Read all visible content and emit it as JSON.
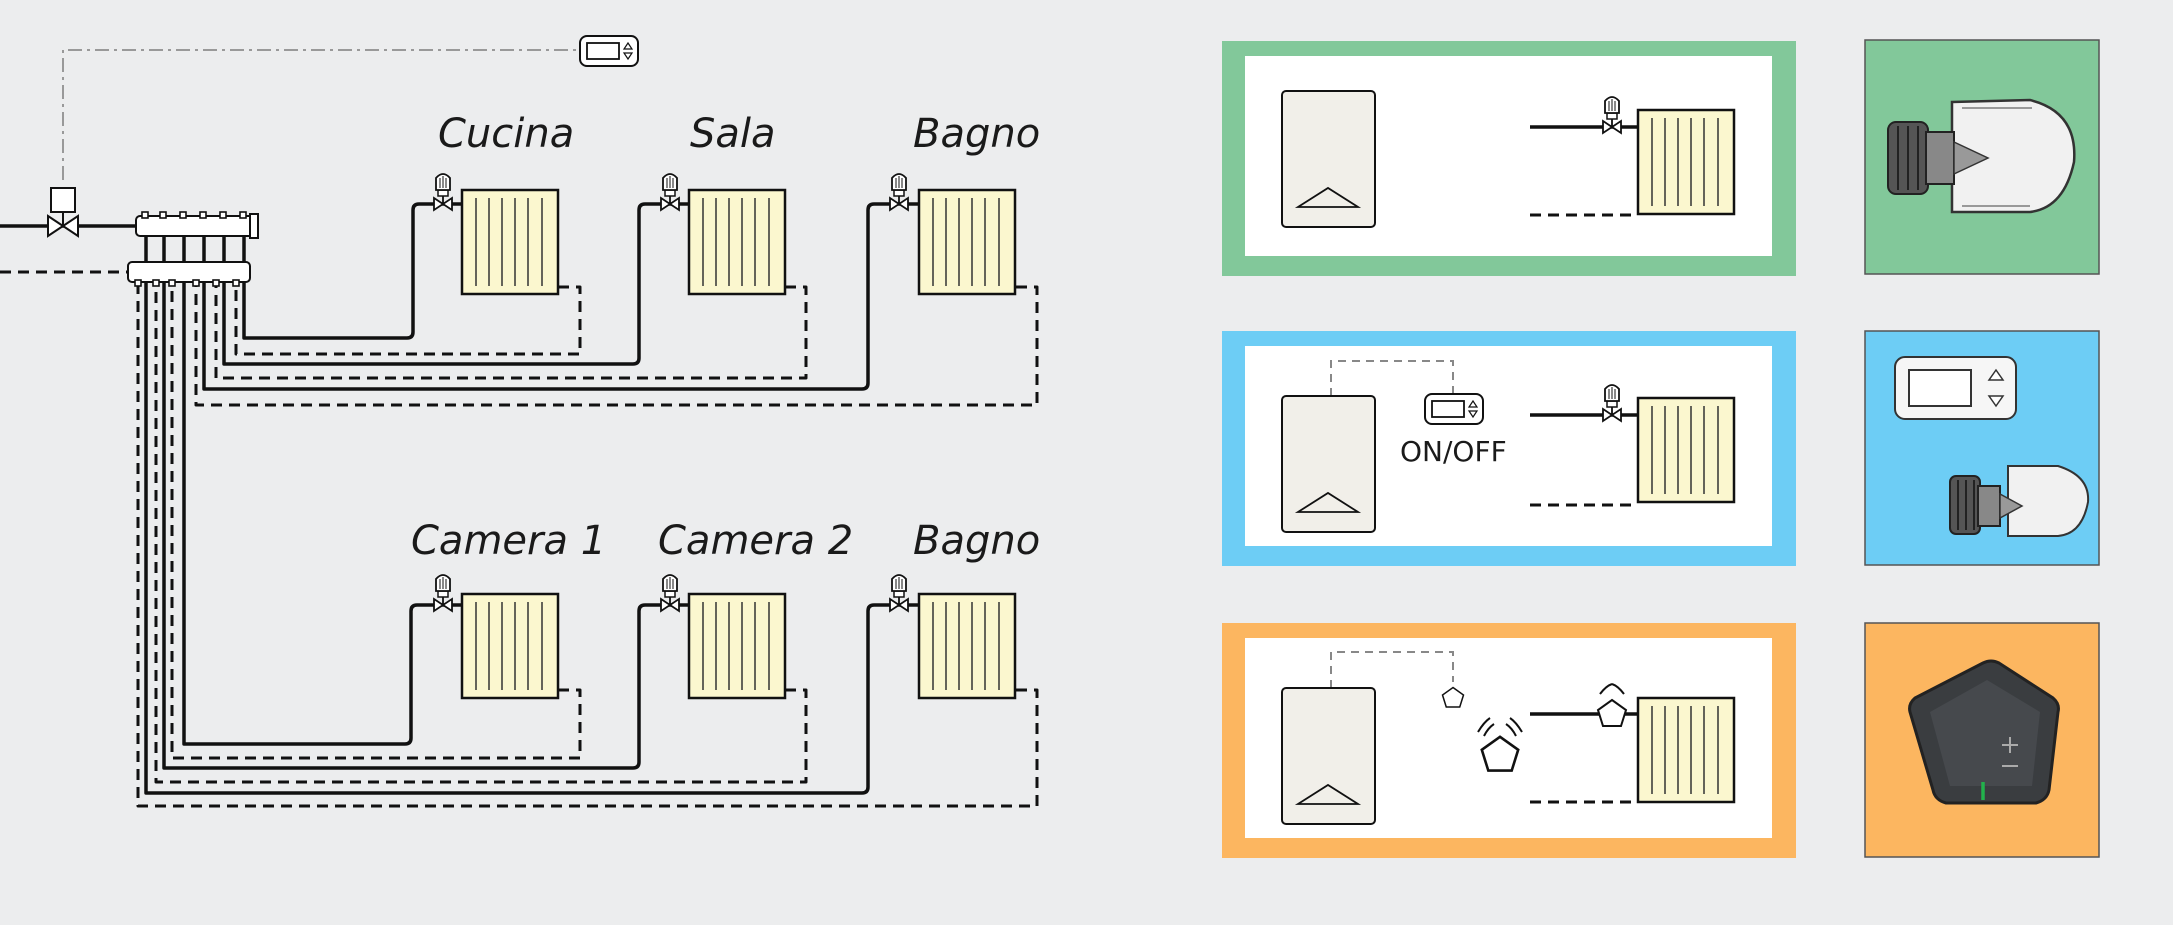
{
  "rooms": [
    {
      "label": "Cucina"
    },
    {
      "label": "Sala"
    },
    {
      "label": "Bagno"
    },
    {
      "label": "Camera 1"
    },
    {
      "label": "Camera 2"
    },
    {
      "label": "Bagno"
    }
  ],
  "systems": [
    {
      "id": "thermostatic",
      "border_color": "#82c89a"
    },
    {
      "id": "onoff",
      "border_color": "#6dcdf5",
      "control_label": "ON/OFF"
    },
    {
      "id": "wireless",
      "border_color": "#fcb660"
    }
  ],
  "icons": [
    "radiator-icon",
    "thermostatic-valve-icon",
    "thermostat-icon",
    "boiler-icon",
    "manifold-icon",
    "zone-valve-icon",
    "wireless-sensor-icon",
    "thermostatic-head-icon",
    "smart-thermostat-icon"
  ]
}
